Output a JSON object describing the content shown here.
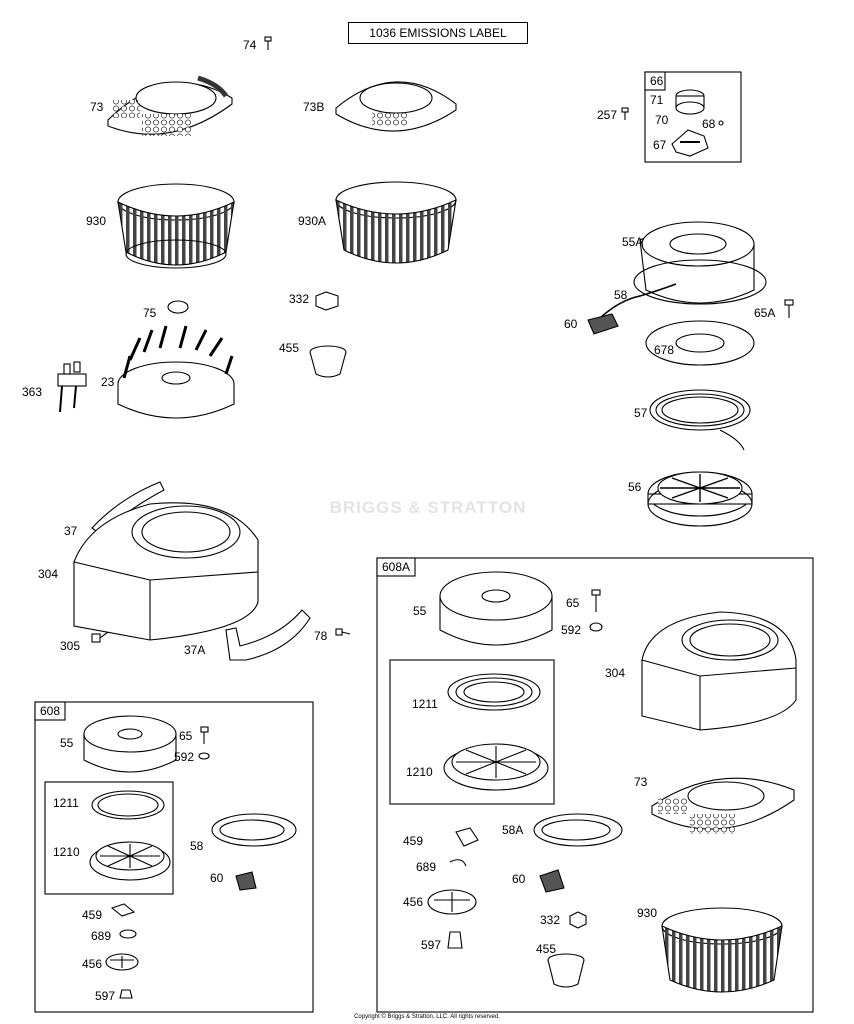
{
  "header": {
    "emissions_label": "1036 EMISSIONS LABEL"
  },
  "watermark": "BRIGGS & STRATTON",
  "copyright": "Copyright © Briggs & Stratton, LLC. All rights reserved.",
  "boxes": {
    "box66": "66",
    "box608": "608",
    "box608A": "608A"
  },
  "callouts": {
    "c74": "74",
    "c73": "73",
    "c73B": "73B",
    "c257": "257",
    "c71": "71",
    "c70": "70",
    "c68": "68",
    "c67": "67",
    "c930": "930",
    "c930A": "930A",
    "c55A": "55A",
    "c58": "58",
    "c60": "60",
    "c65A": "65A",
    "c678": "678",
    "c75": "75",
    "c332": "332",
    "c455": "455",
    "c363": "363",
    "c23": "23",
    "c57": "57",
    "c56": "56",
    "c37": "37",
    "c304": "304",
    "c305": "305",
    "c37A": "37A",
    "c78": "78",
    "b608_55": "55",
    "b608_65": "65",
    "b608_592": "592",
    "b608_1211": "1211",
    "b608_1210": "1210",
    "b608_58": "58",
    "b608_60": "60",
    "b608_459": "459",
    "b608_689": "689",
    "b608_456": "456",
    "b608_597": "597",
    "b608A_55": "55",
    "b608A_65": "65",
    "b608A_592": "592",
    "b608A_304": "304",
    "b608A_1211": "1211",
    "b608A_1210": "1210",
    "b608A_73": "73",
    "b608A_459": "459",
    "b608A_58A": "58A",
    "b608A_689": "689",
    "b608A_60": "60",
    "b608A_456": "456",
    "b608A_332": "332",
    "b608A_930": "930",
    "b608A_597": "597",
    "b608A_455": "455"
  }
}
